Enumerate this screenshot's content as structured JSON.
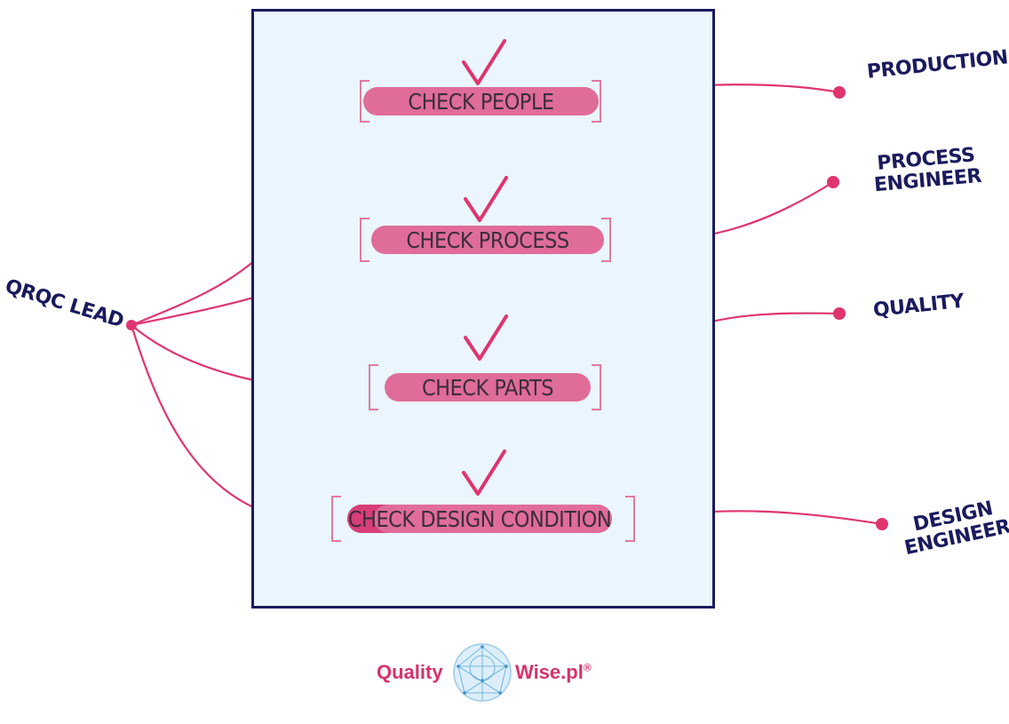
{
  "checks": [
    {
      "label": "CHECK PEOPLE"
    },
    {
      "label": "CHECK PROCESS"
    },
    {
      "label": "CHECK PARTS"
    },
    {
      "label": "CHECK DESIGN CONDITION"
    }
  ],
  "lead": {
    "label": "QRQC LEAD"
  },
  "roles": [
    {
      "line1": "PRODUCTION",
      "line2": ""
    },
    {
      "line1": "PROCESS",
      "line2": "ENGINEER"
    },
    {
      "line1": "QUALITY",
      "line2": ""
    },
    {
      "line1": "DESIGN",
      "line2": "ENGINEER"
    }
  ],
  "logo": {
    "left_text": "Quality",
    "right_text": "Wise.pl",
    "registered": "®"
  },
  "colors": {
    "accent_pink": "#e06c99",
    "navy": "#1a1a5e",
    "board_fill": "#eaf5fd"
  }
}
